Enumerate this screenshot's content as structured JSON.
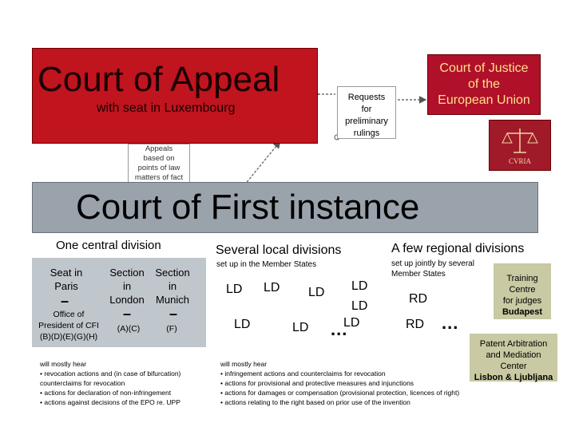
{
  "appeal": {
    "title": "Court of Appeal",
    "subtitle": "with seat in Luxembourg"
  },
  "cjeu": {
    "title_lines": [
      "Court of Justice",
      "of the",
      "European Union"
    ],
    "logo_text": "CVRIA"
  },
  "requests": {
    "lines": [
      "Requests",
      "for",
      "preliminary",
      "rulings"
    ]
  },
  "appeals_note": {
    "lines": [
      "Appeals",
      "based on",
      "points of law",
      "matters of fact"
    ]
  },
  "cfi": {
    "title": "Court of First instance"
  },
  "central": {
    "title": "One central division",
    "seat": [
      "Seat in",
      "Paris"
    ],
    "section1": [
      "Section",
      "in",
      "London"
    ],
    "section2": [
      "Section",
      "in",
      "Munich"
    ],
    "dash": "–",
    "office": [
      "Office of",
      "President of CFI",
      "(B)(D)(E)(G)(H)"
    ],
    "sec1_codes": "(A)(C)",
    "sec2_codes": "(F)"
  },
  "local": {
    "title": "Several local divisions",
    "subtitle": "set up in the Member States",
    "ld": "LD",
    "dots": "..."
  },
  "regional": {
    "title": "A few regional divisions",
    "subtitle": [
      "set up jointly by several",
      "Member States"
    ],
    "rd": "RD",
    "dots": "..."
  },
  "training": {
    "lines": [
      "Training",
      "Centre",
      "for judges"
    ],
    "city": "Budapest"
  },
  "pmc": {
    "lines": [
      "Patent Arbitration",
      "and Mediation",
      "Center"
    ],
    "cities": "Lisbon & Ljubljana"
  },
  "central_notes": [
    "will mostly hear",
    "• revocation actions and (in case of bifurcation)",
    "  counterclaims for revocation",
    "• actions for declaration of non-infringement",
    "• actions against decisions of the EPO re. UPP"
  ],
  "local_notes": [
    "will mostly hear",
    "• infringement actions and counterclaims for revocation",
    "• actions for provisional and protective measures and injunctions",
    "• actions for damages or compensation (provisional protection, licences of right)",
    "• actions relating to the right based on prior use of the invention"
  ]
}
